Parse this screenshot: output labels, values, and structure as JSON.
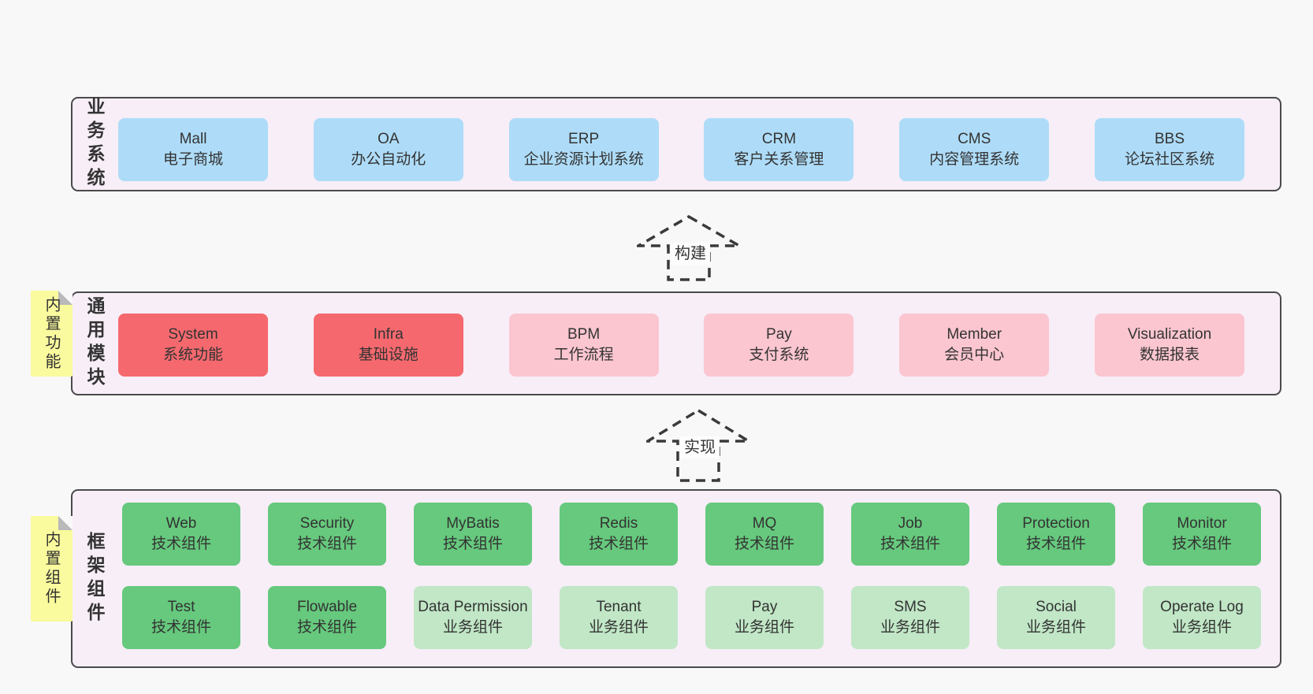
{
  "colors": {
    "page_bg": "#f8f8f8",
    "panel_bg": "#f7eef7",
    "panel_border": "#4a4a4a",
    "blue": "#aedcf8",
    "red": "#f5696e",
    "pink": "#fbc6d0",
    "green": "#66c97d",
    "light_green": "#c1e7c6",
    "note_yellow": "#fafa9e",
    "note_fold_gray": "#b9b9b9",
    "arrow_dash": "#3a3a3a",
    "text": "#333333"
  },
  "panels": [
    {
      "side_label": "业务系统",
      "rows": [
        [
          {
            "name": "Mall",
            "subtitle": "电子商城",
            "variant": "blue"
          },
          {
            "name": "OA",
            "subtitle": "办公自动化",
            "variant": "blue"
          },
          {
            "name": "ERP",
            "subtitle": "企业资源计划系统",
            "variant": "blue"
          },
          {
            "name": "CRM",
            "subtitle": "客户关系管理",
            "variant": "blue"
          },
          {
            "name": "CMS",
            "subtitle": "内容管理系统",
            "variant": "blue"
          },
          {
            "name": "BBS",
            "subtitle": "论坛社区系统",
            "variant": "blue"
          }
        ]
      ]
    },
    {
      "side_label": "通用模块",
      "rows": [
        [
          {
            "name": "System",
            "subtitle": "系统功能",
            "variant": "red"
          },
          {
            "name": "Infra",
            "subtitle": "基础设施",
            "variant": "red"
          },
          {
            "name": "BPM",
            "subtitle": "工作流程",
            "variant": "pink"
          },
          {
            "name": "Pay",
            "subtitle": "支付系统",
            "variant": "pink"
          },
          {
            "name": "Member",
            "subtitle": "会员中心",
            "variant": "pink"
          },
          {
            "name": "Visualization",
            "subtitle": "数据报表",
            "variant": "pink"
          }
        ]
      ]
    },
    {
      "side_label": "框架组件",
      "rows": [
        [
          {
            "name": "Web",
            "subtitle": "技术组件",
            "variant": "green"
          },
          {
            "name": "Security",
            "subtitle": "技术组件",
            "variant": "green"
          },
          {
            "name": "MyBatis",
            "subtitle": "技术组件",
            "variant": "green"
          },
          {
            "name": "Redis",
            "subtitle": "技术组件",
            "variant": "green"
          },
          {
            "name": "MQ",
            "subtitle": "技术组件",
            "variant": "green"
          },
          {
            "name": "Job",
            "subtitle": "技术组件",
            "variant": "green"
          },
          {
            "name": "Protection",
            "subtitle": "技术组件",
            "variant": "green"
          },
          {
            "name": "Monitor",
            "subtitle": "技术组件",
            "variant": "green"
          }
        ],
        [
          {
            "name": "Test",
            "subtitle": "技术组件",
            "variant": "green"
          },
          {
            "name": "Flowable",
            "subtitle": "技术组件",
            "variant": "green"
          },
          {
            "name": "Data Permission",
            "subtitle": "业务组件",
            "variant": "light_green"
          },
          {
            "name": "Tenant",
            "subtitle": "业务组件",
            "variant": "light_green"
          },
          {
            "name": "Pay",
            "subtitle": "业务组件",
            "variant": "light_green"
          },
          {
            "name": "SMS",
            "subtitle": "业务组件",
            "variant": "light_green"
          },
          {
            "name": "Social",
            "subtitle": "业务组件",
            "variant": "light_green"
          },
          {
            "name": "Operate Log",
            "subtitle": "业务组件",
            "variant": "light_green"
          }
        ]
      ]
    }
  ],
  "notes": [
    {
      "label": "内置功能"
    },
    {
      "label": "内置组件"
    }
  ],
  "arrows": [
    {
      "label": "构建"
    },
    {
      "label": "实现"
    }
  ]
}
